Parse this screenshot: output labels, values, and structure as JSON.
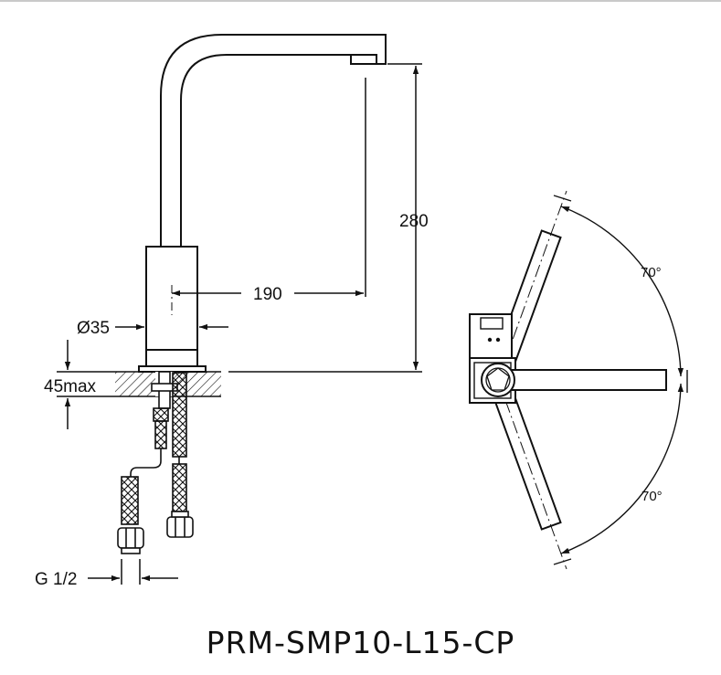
{
  "dimensions": {
    "height": "280",
    "reach": "190",
    "diameter": "Ø35",
    "deck_thickness": "45max",
    "connection": "G 1/2"
  },
  "rotation": {
    "upper_angle": "70°",
    "lower_angle": "70°"
  },
  "model_code": "PRM-SMP10-L15-CP"
}
